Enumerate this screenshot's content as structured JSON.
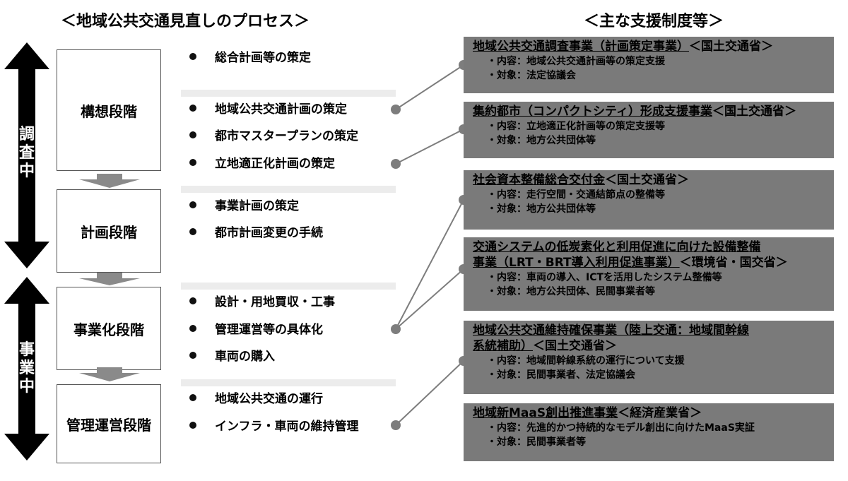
{
  "left_heading": "＜地域公共交通見直しのプロセス＞",
  "right_heading": "＜主な支援制度等＞",
  "arrows": [
    {
      "label": [
        "調",
        "査",
        "中"
      ]
    },
    {
      "label": [
        "事",
        "業",
        "中"
      ]
    }
  ],
  "stages": [
    "構想段階",
    "計画段階",
    "事業化段階",
    "管理運営段階"
  ],
  "items": [
    "総合計画等の策定",
    "地域公共交通計画の策定",
    "都市マスタープランの策定",
    "立地適正化計画の策定",
    "事業計画の策定",
    "都市計画変更の手続",
    "設計・用地買収・工事",
    "管理運営等の具体化",
    "車両の購入",
    "地域公共交通の運行",
    "インフラ・車両の維持管理"
  ],
  "programs": [
    {
      "title": "地域公共交通調査事業（計画策定事業）",
      "agency": "＜国土交通省＞",
      "content": "・内容：地域公共交通計画等の策定支援",
      "target": "・対象：法定協議会"
    },
    {
      "title": "集約都市（コンパクトシティ）形成支援事業",
      "agency": "＜国土交通省＞",
      "content": "・内容：立地適正化計画等の策定支援等",
      "target": "・対象：地方公共団体等"
    },
    {
      "title": "社会資本整備総合交付金",
      "agency": "＜国土交通省＞",
      "content": "・内容：走行空間・交通結節点の整備等",
      "target": "・対象：地方公共団体等"
    },
    {
      "title_line1": "交通システムの低炭素化と利用促進に向けた設備整備",
      "title_line2": "事業（LRT・BRT導入利用促進事業）",
      "agency": "＜環境省・国交省＞",
      "content": "・内容：車両の導入、ICTを活用したシステム整備等",
      "target": "・対象：地方公共団体、民間事業者等"
    },
    {
      "title_line1": "地域公共交通維持確保事業（陸上交通：地域間幹線",
      "title_line2": "系統補助）",
      "agency": "＜国土交通省＞",
      "content": "・内容：地域間幹線系統の運行について支援",
      "target": "・対象：民間事業者、法定協議会"
    },
    {
      "title": "地域新MaaS創出推進事業",
      "agency": "＜経済産業省＞",
      "content": "・内容：先進的かつ持続的なモデル創出に向けたMaaS実証",
      "target": "・対象：民間事業者等"
    }
  ]
}
